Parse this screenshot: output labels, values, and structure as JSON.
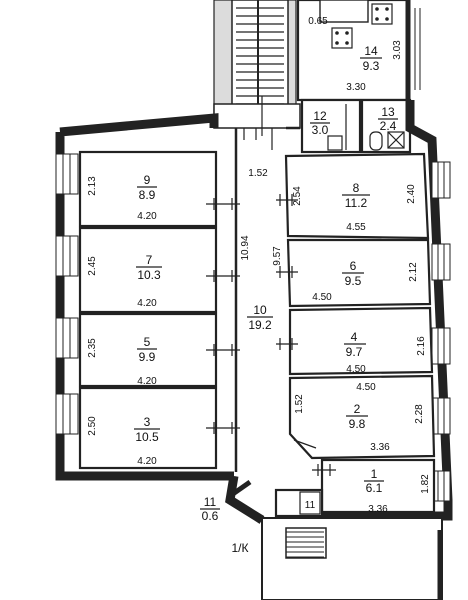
{
  "rooms": [
    {
      "id": "1",
      "area": "6.1"
    },
    {
      "id": "2",
      "area": "9.8"
    },
    {
      "id": "3",
      "area": "10.5"
    },
    {
      "id": "4",
      "area": "9.7"
    },
    {
      "id": "5",
      "area": "9.9"
    },
    {
      "id": "6",
      "area": "9.5"
    },
    {
      "id": "7",
      "area": "10.3"
    },
    {
      "id": "8",
      "area": "11.2"
    },
    {
      "id": "9",
      "area": "8.9"
    },
    {
      "id": "10",
      "area": "19.2"
    },
    {
      "id": "11",
      "area": "0.6"
    },
    {
      "id": "12",
      "area": "3.0"
    },
    {
      "id": "13",
      "area": "2.4"
    },
    {
      "id": "14",
      "area": "9.3"
    }
  ],
  "dimensions": [
    "0.65",
    "3.03",
    "3.30",
    "1.52",
    "2.13",
    "4.20",
    "2.54",
    "2.40",
    "4.55",
    "10.94",
    "9.57",
    "2.45",
    "4.20",
    "4.50",
    "2.12",
    "2.35",
    "4.20",
    "2.16",
    "4.50",
    "4.50",
    "1.52",
    "2.50",
    "2.28",
    "3.36",
    "4.20",
    "1.82",
    "3.36"
  ],
  "labels": {
    "stair_mark": "1/К",
    "small_room_mark": "11"
  }
}
